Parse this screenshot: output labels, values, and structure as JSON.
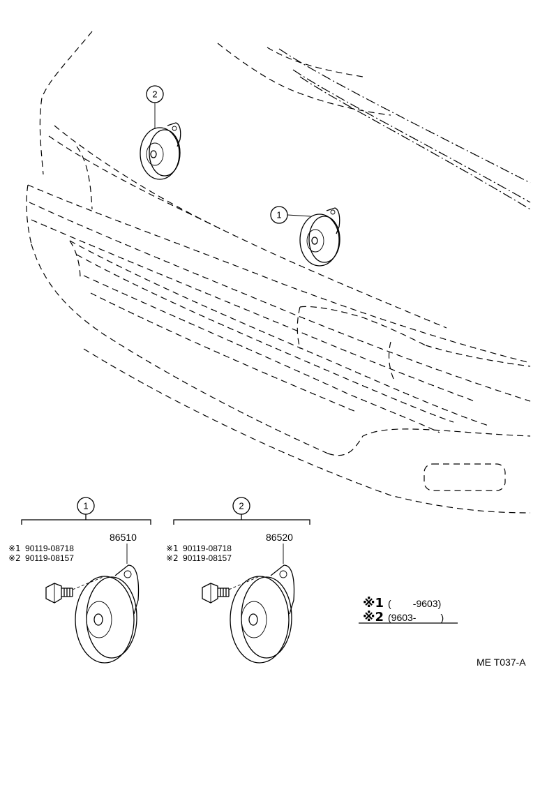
{
  "callouts": {
    "horn1": "1",
    "horn2": "2"
  },
  "group1": {
    "number": "1",
    "part_number": "86510",
    "bolt_line1": {
      "mark": "※1",
      "part": "90119-08718"
    },
    "bolt_line2": {
      "mark": "※2",
      "part": "90119-08157"
    }
  },
  "group2": {
    "number": "2",
    "part_number": "86520",
    "bolt_line1": {
      "mark": "※1",
      "part": "90119-08718"
    },
    "bolt_line2": {
      "mark": "※2",
      "part": "90119-08157"
    }
  },
  "legend": {
    "row1": {
      "mark": "※1",
      "range": "(        -9603)"
    },
    "row2": {
      "mark": "※2",
      "range": "(9603-         )"
    }
  },
  "diagram_code": "ME T037-A"
}
